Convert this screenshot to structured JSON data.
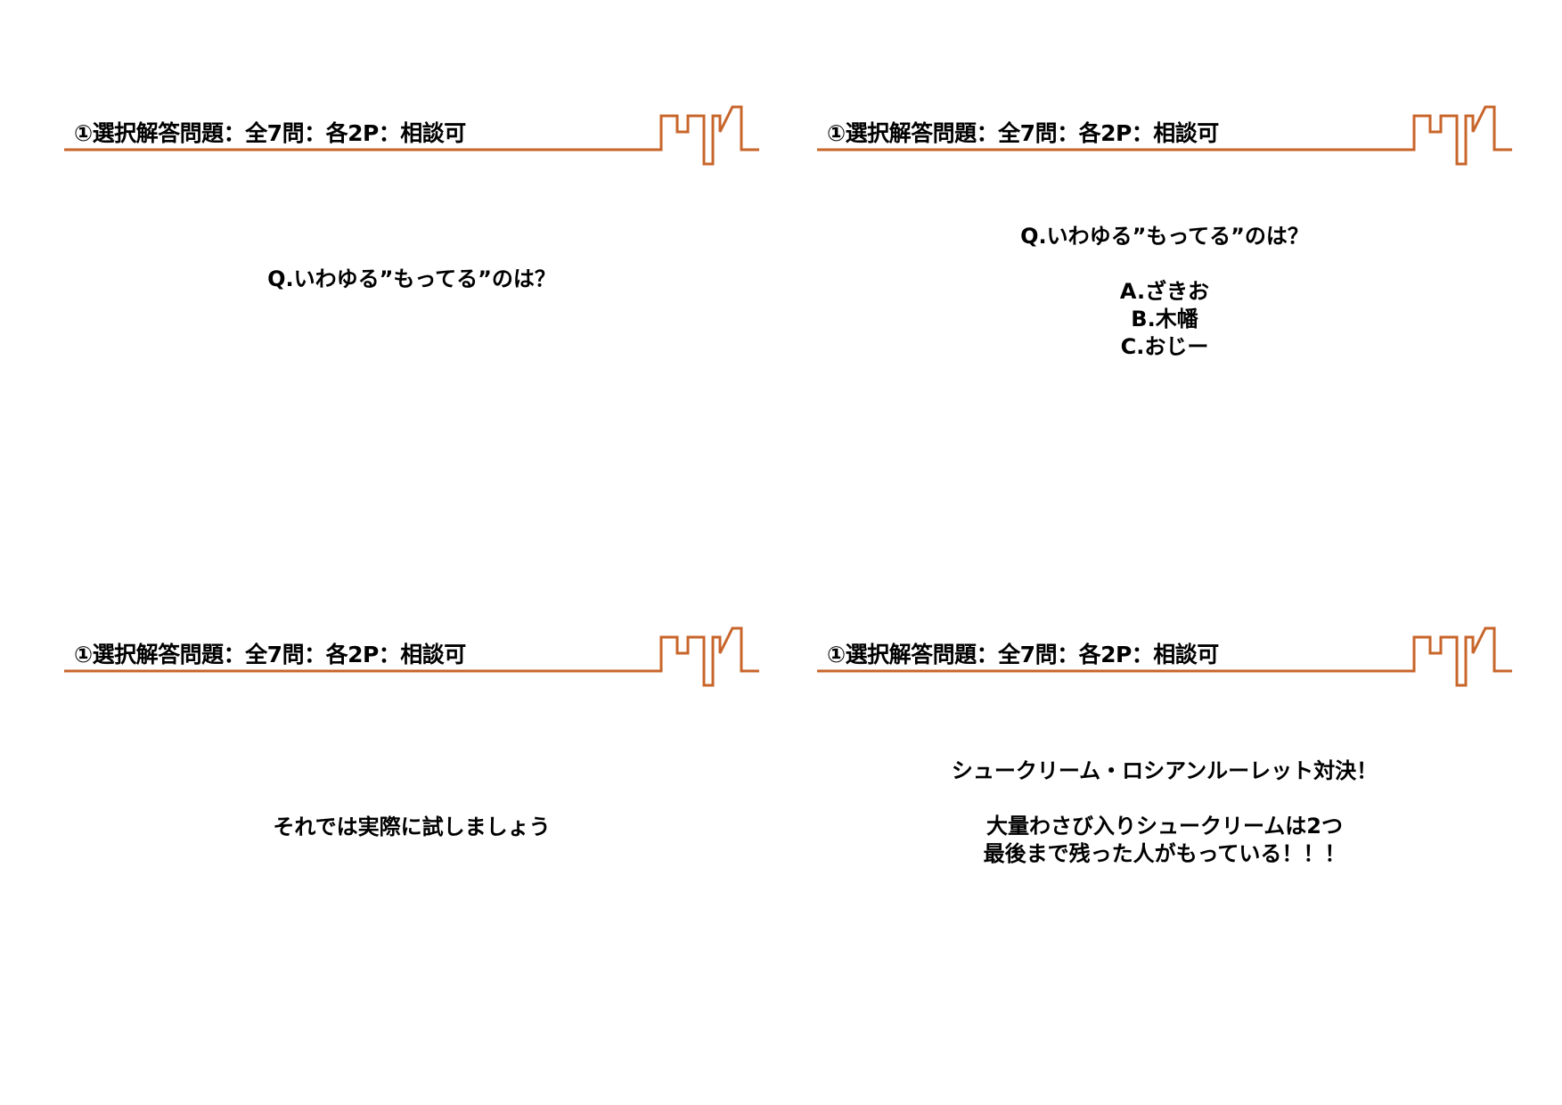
{
  "slides": [
    {
      "header_title": "①選択解答問題：全7問：各2P：相談可",
      "question": "Q.いわゆる”もってる”のは？"
    },
    {
      "header_title": "①選択解答問題：全7問：各2P：相談可",
      "question": "Q.いわゆる”もってる”のは？",
      "choices": [
        "A.ざきお",
        "B.木幡",
        "C.おじー"
      ]
    },
    {
      "header_title": "①選択解答問題：全7問：各2P：相談可",
      "text": "それでは実際に試しましょう"
    },
    {
      "header_title": "①選択解答問題：全7問：各2P：相談可",
      "lines": [
        "シュークリーム・ロシアンルーレット対決！",
        "",
        "大量わさび入りシュークリームは2つ",
        "最後まで残った人がもっている！！！"
      ]
    }
  ],
  "accent_color": "#c8652a",
  "logo_icon": "orange-skyline-logo-icon"
}
